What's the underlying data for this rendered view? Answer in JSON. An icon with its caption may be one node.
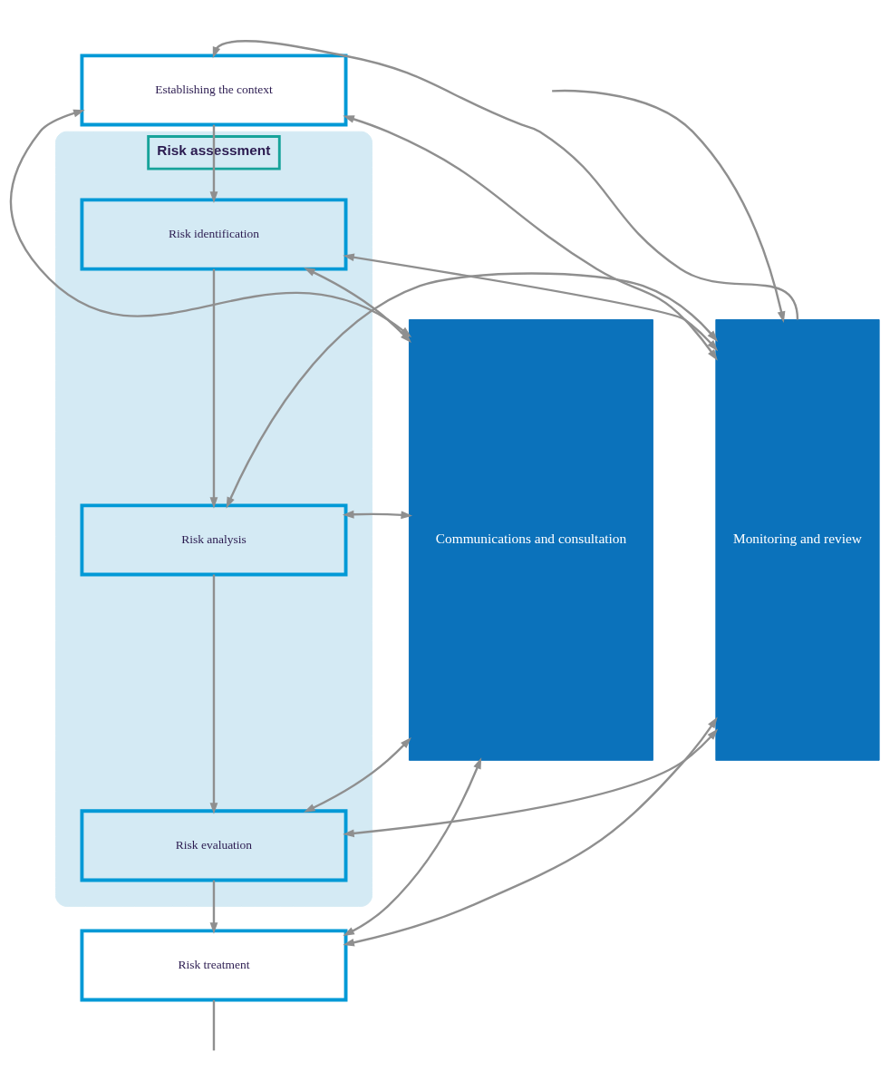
{
  "diagram": {
    "nodes": [
      {
        "text": [
          "Communications and consultation"
        ]
      },
      {
        "text": [
          "Establishing the context"
        ]
      },
      {
        "text": [
          "Risk assessment"
        ]
      },
      {
        "text": [
          "Risk identification"
        ],
        "in": 2
      },
      {
        "text": [
          "Risk analysis"
        ],
        "in": 2
      },
      {
        "text": [
          "Risk evaluation"
        ],
        "in": 2
      },
      {
        "text": [
          "Risk treatment"
        ]
      },
      {
        "text": [
          "Monitoring and review"
        ]
      }
    ],
    "edges": [
      {
        "from": 0,
        "to": 1,
        "arrow": "both"
      },
      {
        "from": 1,
        "to": 7,
        "arrow": "both"
      },
      {
        "from": 7,
        "to": 1,
        "arrow": "to"
      },
      {
        "from": 1,
        "to": 3,
        "arrow": "to"
      },
      {
        "from": 0,
        "to": 3,
        "arrow": "both"
      },
      {
        "from": 3,
        "to": 7,
        "arrow": "both"
      },
      {
        "from": 3,
        "to": 4,
        "arrow": "to"
      },
      {
        "from": 0,
        "to": 4,
        "arrow": "both"
      },
      {
        "from": 4,
        "to": 7,
        "arrow": "both"
      },
      {
        "from": 4,
        "to": 5,
        "arrow": "to"
      },
      {
        "from": 0,
        "to": 5,
        "arrow": "both"
      },
      {
        "from": 5,
        "to": 7,
        "arrow": "both"
      },
      {
        "from": 5,
        "to": 6,
        "arrow": "to"
      },
      {
        "from": 0,
        "to": 6,
        "arrow": "both"
      },
      {
        "from": 6,
        "to": 7,
        "arrow": "both"
      },
      {
        "from": 6,
        "to": null,
        "arrow": "none"
      },
      {
        "from": null,
        "to": 7,
        "arrow": "to"
      }
    ]
  }
}
